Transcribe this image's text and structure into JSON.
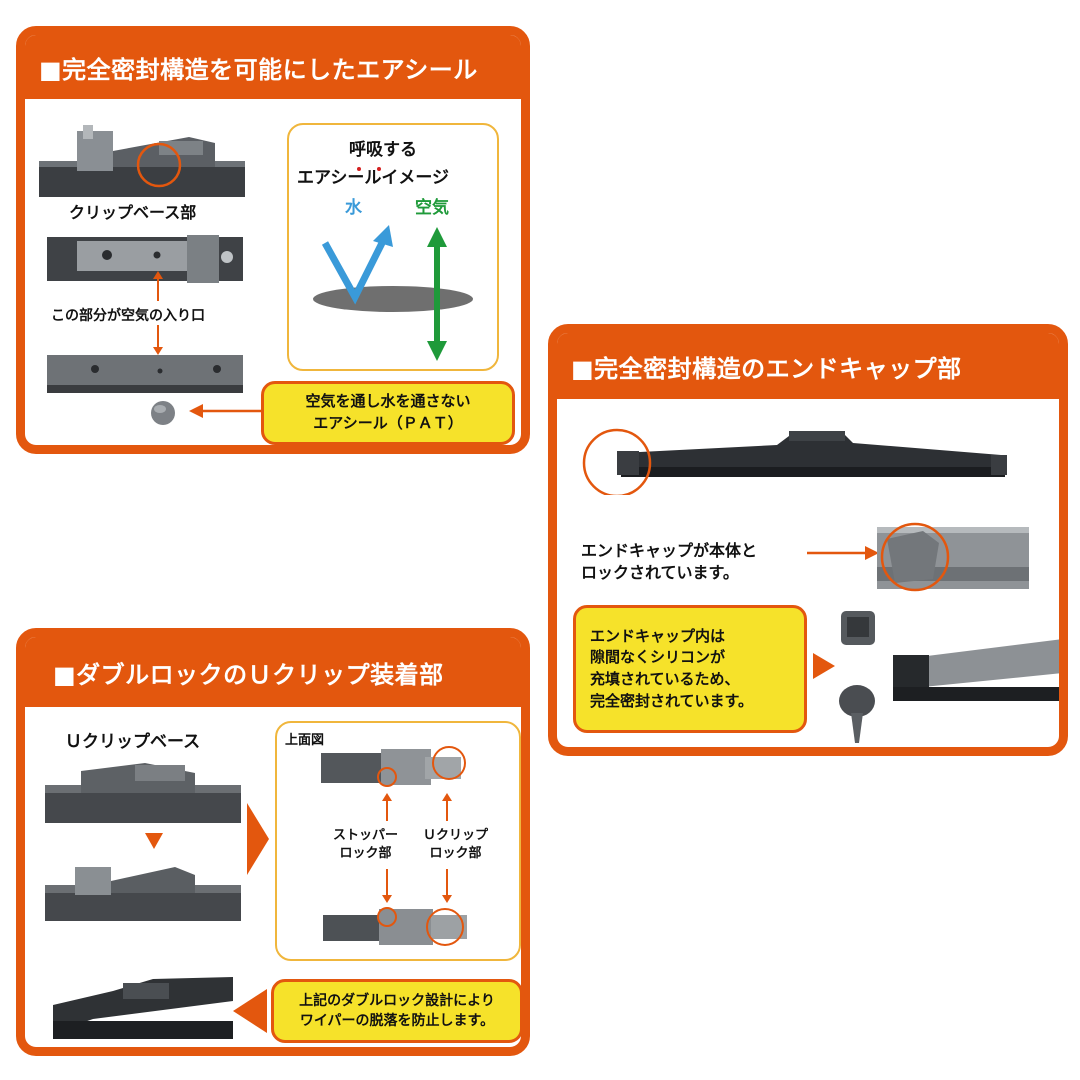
{
  "panel_airseal": {
    "title": "■完全密封構造を可能にしたエアシール",
    "clip_base_label": "クリップベース部",
    "inlet_label": "この部分が空気の入り口",
    "image_title_line1": "呼吸する",
    "image_title_line2": "エアシールイメージ",
    "water_label": "水",
    "air_label": "空気",
    "callout_line1": "空気を通し水を通さない",
    "callout_line2": "エアシール（ＰＡＴ）"
  },
  "panel_endcap": {
    "title": "■完全密封構造のエンドキャップ部",
    "lock_text_line1": "エンドキャップが本体と",
    "lock_text_line2": "ロックされています。",
    "callout_line1": "エンドキャップ内は",
    "callout_line2": "隙間なくシリコンが",
    "callout_line3": "充填されているため、",
    "callout_line4": "完全密封されています。"
  },
  "panel_uclip": {
    "title": "■ダブルロックのＵクリップ装着部",
    "u_clip_base_label": "Ｕクリップベース",
    "top_view_label": "上面図",
    "stopper_line1": "ストッパー",
    "stopper_line2": "ロック部",
    "uclip_lock_line1": "Ｕクリップ",
    "uclip_lock_line2": "ロック部",
    "callout_line1": "上記のダブルロック設計により",
    "callout_line2": "ワイパーの脱落を防止します。"
  },
  "colors": {
    "accent_orange": "#e3570e",
    "callout_yellow": "#f6e22a",
    "inner_border": "#f0b63c",
    "water_blue": "#3a9ad9",
    "air_green": "#1f9a3a"
  }
}
